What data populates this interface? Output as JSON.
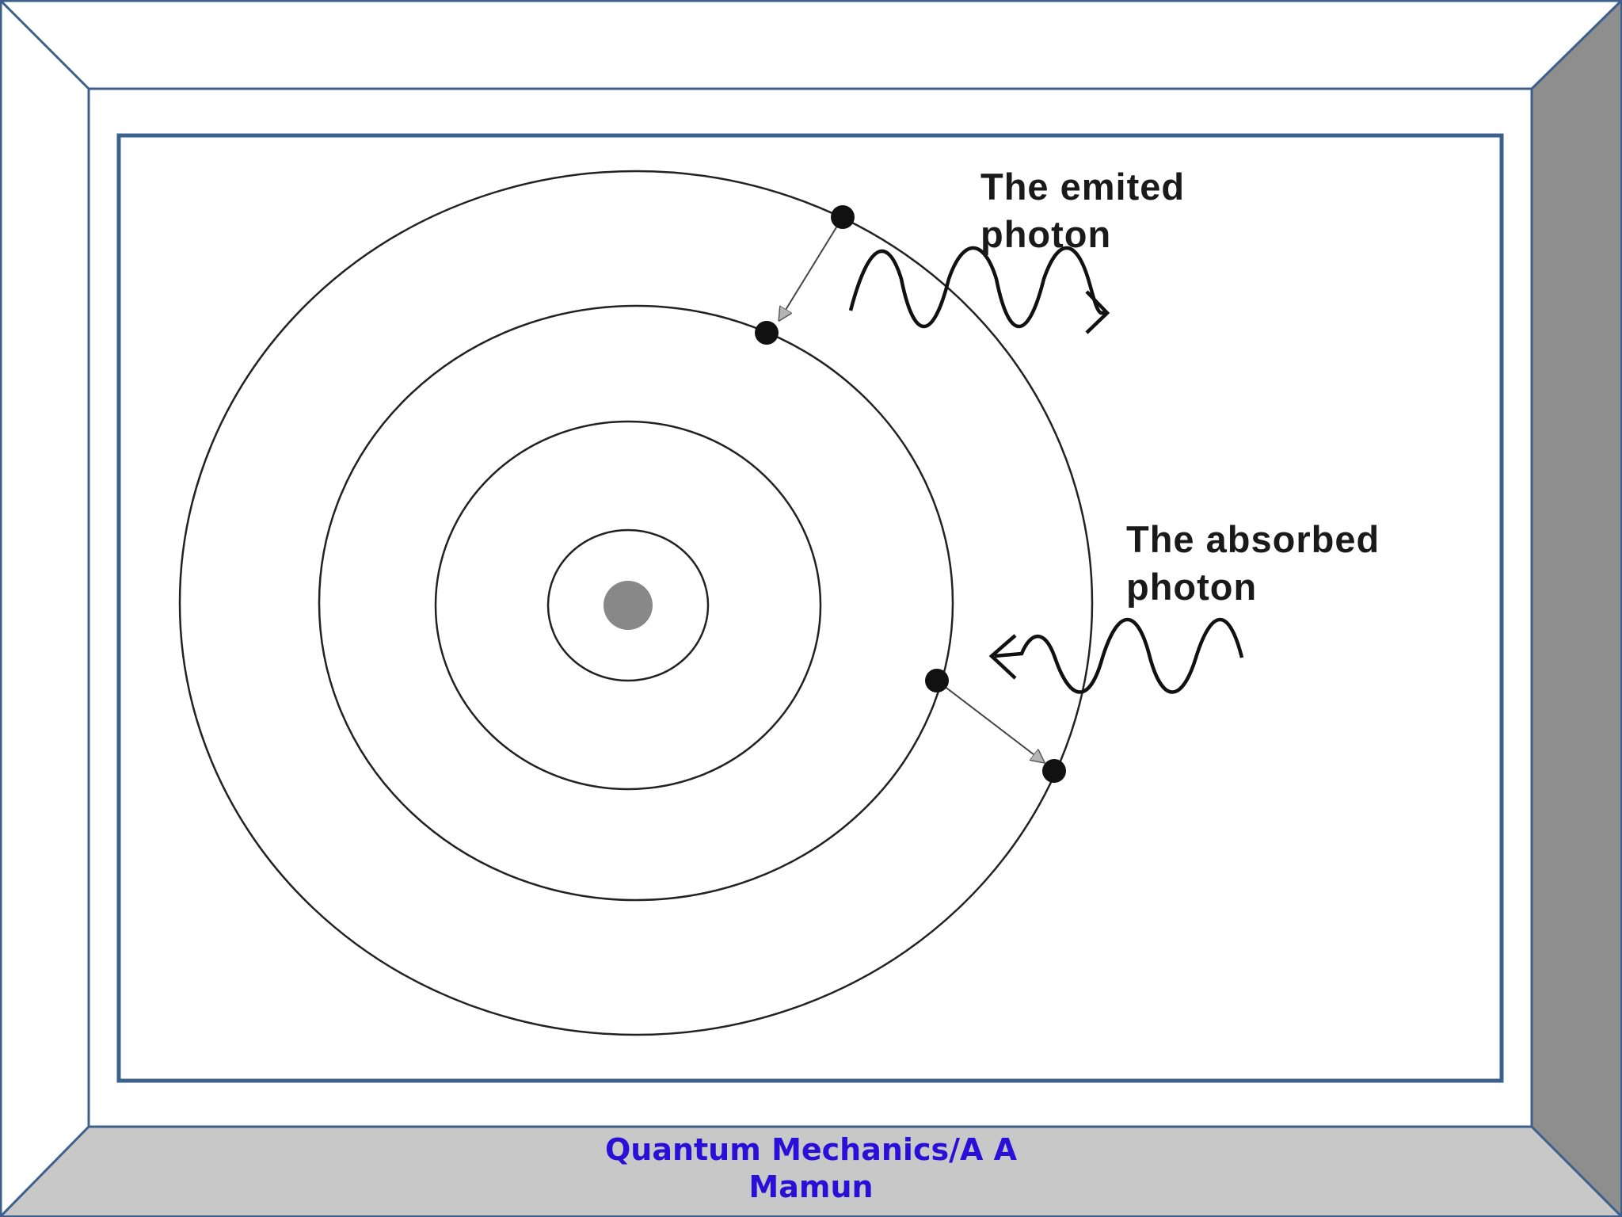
{
  "diagram": {
    "labels": {
      "emitted_line1": "The emited",
      "emitted_line2": "photon",
      "absorbed_line1": "The absorbed",
      "absorbed_line2": "photon"
    },
    "colors": {
      "frame_border": "#3d5f8c",
      "side_panel": "#8e8e8e",
      "bottom_panel": "#c8c8c8",
      "orbit_line": "#222222",
      "nucleus": "#888888",
      "electron": "#111111",
      "transition_arrowhead": "#b5b5b5"
    }
  },
  "footer": {
    "line1": "Quantum Mechanics/A A",
    "line2": "Mamun",
    "color": "#2a10d6"
  }
}
